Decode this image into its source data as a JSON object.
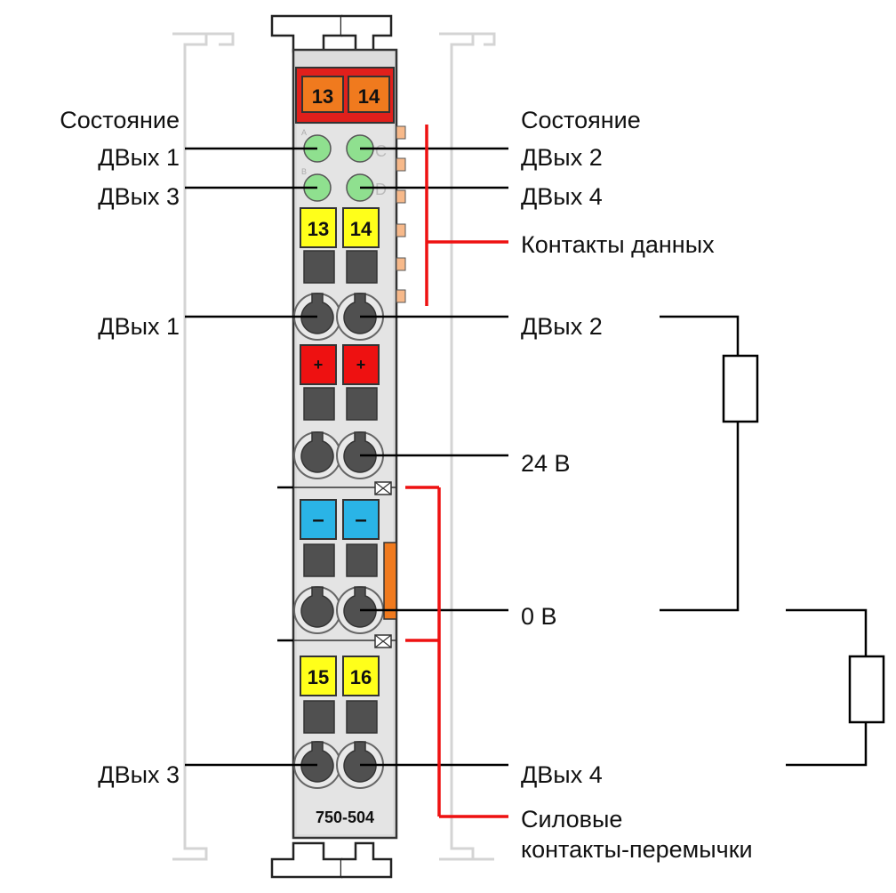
{
  "module": {
    "part_number": "750-504",
    "top_markers": [
      "13",
      "14"
    ],
    "channel_markers_upper": [
      "13",
      "14"
    ],
    "channel_markers_lower": [
      "15",
      "16"
    ],
    "plus_symbol": "+",
    "minus_symbol": "–",
    "led_letters": [
      "A",
      "B",
      "C",
      "D"
    ],
    "colors": {
      "led_green": "#8fe08f",
      "marker_yellow": "#ffff1a",
      "marker_orange": "#f07a1e",
      "top_red": "#e0201c",
      "plus_red": "#ee1111",
      "minus_blue": "#2ab4e6",
      "callout_red": "#ee1111",
      "housing_gray": "#dcdcdc"
    }
  },
  "labels": {
    "status_left_title": "Состояние",
    "status_left_1": "ДВых 1",
    "status_left_3": "ДВых 3",
    "status_right_title": "Состояние",
    "status_right_2": "ДВых 2",
    "status_right_4": "ДВых 4",
    "data_contacts": "Контакты данных",
    "out1": "ДВых 1",
    "out2": "ДВых 2",
    "v24": "24 В",
    "v0": "0 В",
    "out3": "ДВых 3",
    "out4": "ДВых 4",
    "power_jumper_line1": "Силовые",
    "power_jumper_line2": "контакты-перемычки"
  }
}
